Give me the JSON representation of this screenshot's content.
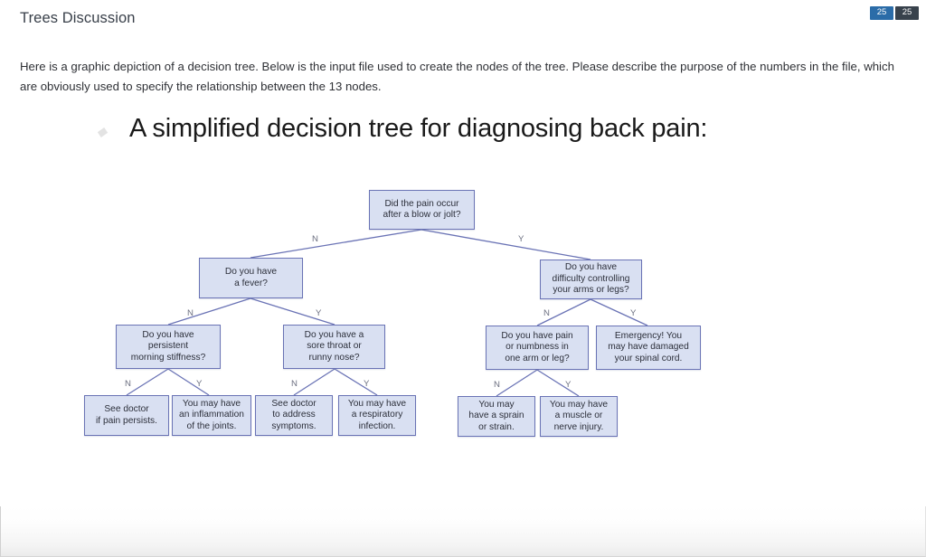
{
  "header": {
    "title": "Trees Discussion",
    "badges": [
      {
        "label": "25",
        "style": "blue",
        "color": "#2b6ca8"
      },
      {
        "label": "25",
        "style": "dark",
        "color": "#38424c"
      }
    ]
  },
  "intro": {
    "paragraph": "Here is a graphic depiction of a decision tree. Below is the input file used to create the nodes of the tree. Please describe the purpose of the numbers in the file, which are obviously used to specify the relationship between the 13 nodes."
  },
  "figure": {
    "title": "A simplified decision tree for diagnosing back pain:",
    "node_count": 13,
    "colors": {
      "node_fill": "#d9e0f2",
      "node_border": "#6a73b5",
      "edge_line": "#6a73b5",
      "edge_label": "#6b6f80",
      "node_text": "#2c2f3a"
    },
    "nodes": [
      {
        "id": "n1",
        "label": "Did the pain occur\nafter a blow or jolt?"
      },
      {
        "id": "n2",
        "label": "Do you have\na fever?"
      },
      {
        "id": "n3",
        "label": "Do you have\ndifficulty controlling\nyour arms or legs?"
      },
      {
        "id": "n4",
        "label": "Do you have\npersistent\nmorning stiffness?"
      },
      {
        "id": "n5",
        "label": "Do you have a\nsore throat or\nrunny nose?"
      },
      {
        "id": "n6",
        "label": "Do you have pain\nor numbness in\none arm or leg?"
      },
      {
        "id": "n7",
        "label": "Emergency! You\nmay have damaged\nyour spinal cord."
      },
      {
        "id": "n8",
        "label": "See doctor\nif pain persists."
      },
      {
        "id": "n9",
        "label": "You may have\nan inflammation\nof the joints."
      },
      {
        "id": "n10",
        "label": "See doctor\nto address\nsymptoms."
      },
      {
        "id": "n11",
        "label": "You may have\na respiratory\ninfection."
      },
      {
        "id": "n12",
        "label": "You may\nhave a sprain\nor strain."
      },
      {
        "id": "n13",
        "label": "You may have\na muscle or\nnerve injury."
      }
    ],
    "edge_labels": [
      {
        "id": "e1",
        "label": "N"
      },
      {
        "id": "e2",
        "label": "Y"
      },
      {
        "id": "e3",
        "label": "N"
      },
      {
        "id": "e4",
        "label": "Y"
      },
      {
        "id": "e5",
        "label": "N"
      },
      {
        "id": "e6",
        "label": "Y"
      },
      {
        "id": "e7",
        "label": "N"
      },
      {
        "id": "e8",
        "label": "Y"
      },
      {
        "id": "e9",
        "label": "N"
      },
      {
        "id": "e10",
        "label": "Y"
      },
      {
        "id": "e11",
        "label": "N"
      },
      {
        "id": "e12",
        "label": "Y"
      }
    ]
  }
}
